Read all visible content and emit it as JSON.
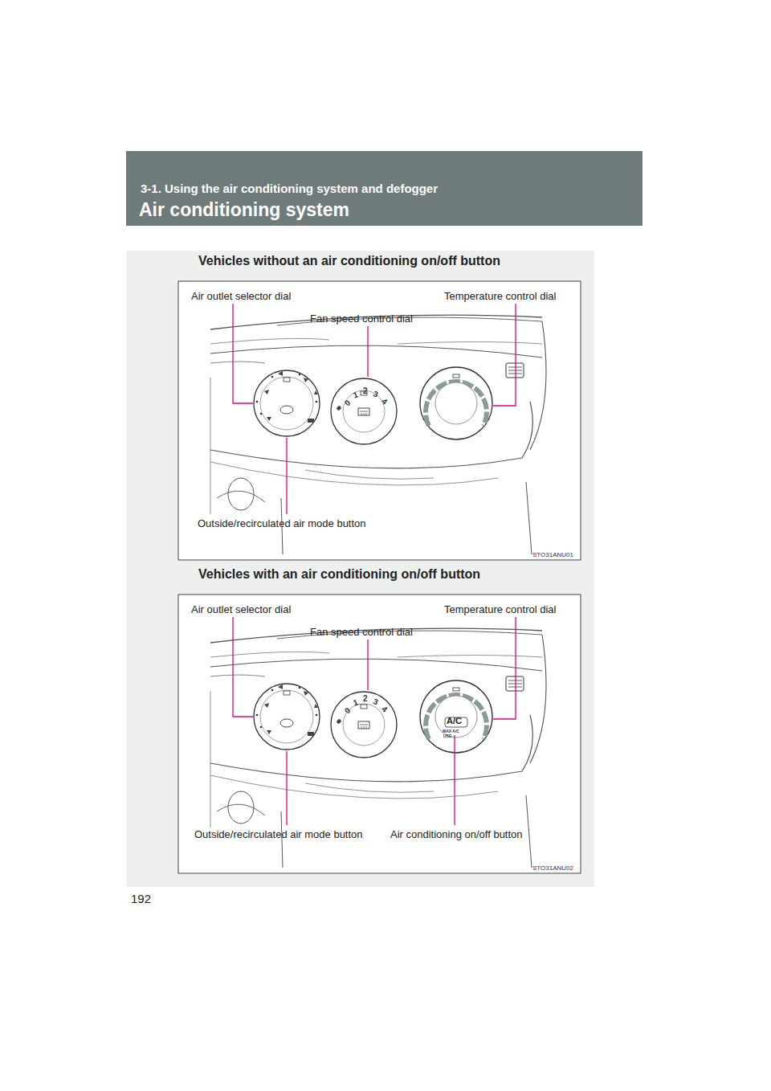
{
  "diagram": {
    "title": "Air conditioning system",
    "labels": [
      "3-1. Using the air conditioning system and defogger",
      "Vehicles without an air conditioning on/off button",
      "Air outlet selector dial",
      "Temperature control dial",
      "Fan speed control dial",
      "0",
      "1",
      "2",
      "3",
      "4",
      "Outside/recirculated air mode button",
      "STO31ANU01",
      "Vehicles with an air conditioning on/off button",
      "Air outlet selector dial",
      "Temperature control dial",
      "Fan speed control dial",
      "0",
      "1",
      "2",
      "3",
      "4",
      "A/C",
      "MAX A/C",
      "USE",
      "Outside/recirculated air mode button",
      "Air conditioning on/off button",
      "STO31ANU02",
      "192"
    ]
  }
}
